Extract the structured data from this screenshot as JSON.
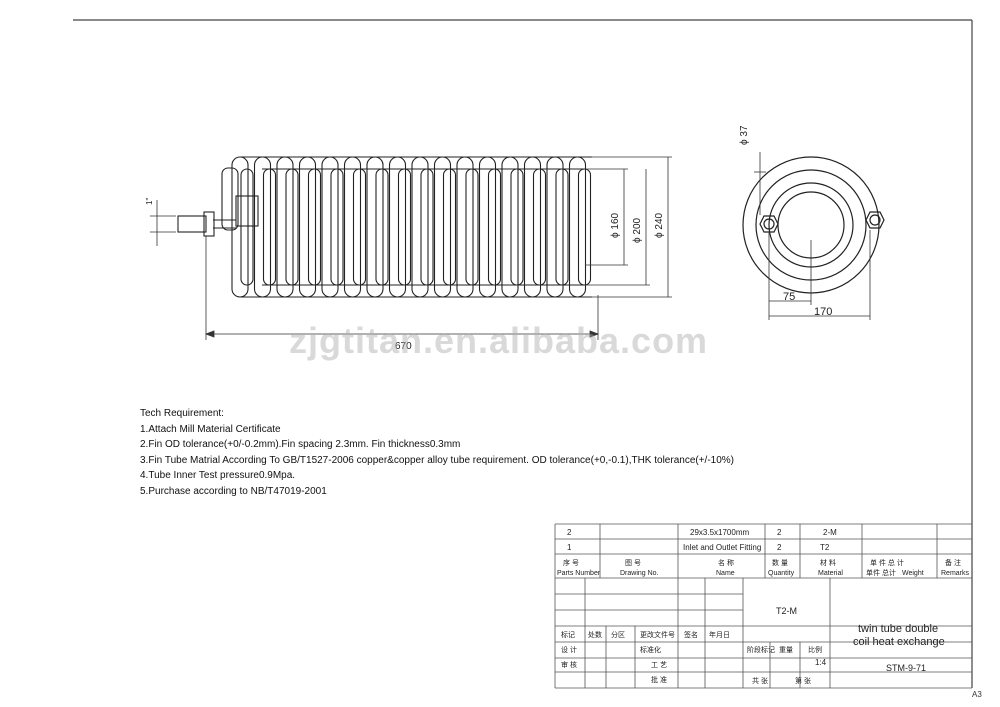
{
  "watermark": "zjgtitan.en.alibaba.com",
  "dimensions": {
    "length": "670",
    "inner_dia": "ϕ 160",
    "mid_dia": "ϕ 200",
    "outer_dia": "ϕ 240",
    "tube_dia": "ϕ 37",
    "end_view_offset": "75",
    "end_view_width": "170",
    "pipe_thread": "1\""
  },
  "requirements": {
    "title": "Tech Requirement:",
    "items": [
      "1.Attach Mill Material Certificate",
      "2.Fin OD tolerance(+0/-0.2mm).Fin spacing 2.3mm. Fin thickness0.3mm",
      "3.Fin Tube Matrial According To GB/T1527-2006 copper&copper alloy tube requirement. OD tolerance(+0,-0.1),THK tolerance(+/-10%)",
      "4.Tube Inner Test pressure0.9Mpa.",
      "5.Purchase according to NB/T47019-2001"
    ]
  },
  "bom": {
    "row1": {
      "no": "2",
      "spec": "29x3.5x1700mm",
      "qty": "2",
      "material": "2-M"
    },
    "row2": {
      "no": "1",
      "spec": "Inlet and Outlet Fitting",
      "qty": "2",
      "material": "T2"
    },
    "headers": {
      "no_cn": "序 号",
      "no_en": "Parts Number",
      "drawing_cn": "图 号",
      "drawing_en": "Drawing No.",
      "name_cn": "名 称",
      "name_en": "Name",
      "qty_cn": "数 量",
      "qty_en": "Quantity",
      "material_cn": "材 料",
      "material_en": "Material",
      "weight_cn": "单 件 总 计",
      "weight_label": "Weight",
      "weight_en": "单件 总计",
      "remark_cn": "备 注",
      "remark_en": "Remarks"
    }
  },
  "title_block": {
    "material": "T2-M",
    "title_line1": "twin tube double",
    "title_line2": "coil heat exchange",
    "drawing_no": "STM-9-71",
    "scale": "1:4",
    "sheet": "A3",
    "labels": {
      "mark": "标记",
      "count": "处数",
      "zone": "分区",
      "change_doc": "更改文件号",
      "sign": "签名",
      "date": "年月日",
      "design": "设 计",
      "standard": "标准化",
      "check": "审 核",
      "craft": "工 艺",
      "approve": "批 准",
      "stage": "阶段标记",
      "weight": "重量",
      "ratio": "比例",
      "total": "共 张",
      "page": "第 张"
    }
  }
}
